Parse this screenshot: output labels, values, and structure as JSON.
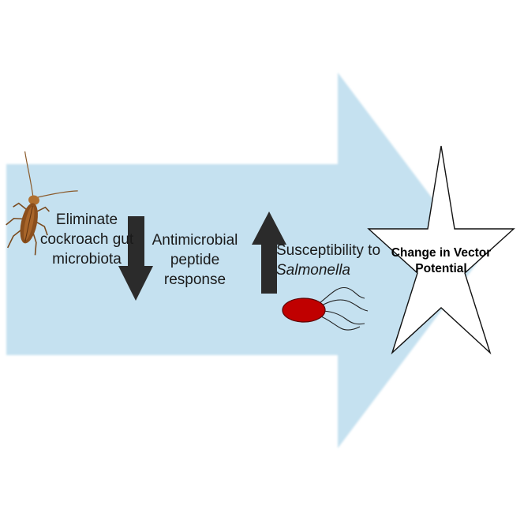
{
  "labels": {
    "eliminate_line1": "Eliminate",
    "eliminate_line2": "cockroach gut",
    "eliminate_line3": "microbiota",
    "amp_line1": "Antimicrobial",
    "amp_line2": "peptide",
    "amp_line3": "response",
    "susc_line1": "Susceptibility to",
    "susc_line2": "Salmonella",
    "star_line1": "Change in Vector",
    "star_line2": "Potential"
  },
  "icons": {
    "cockroach": "cockroach-icon",
    "bacterium": "bacterium-icon",
    "decrease": "arrow-down-icon",
    "increase": "arrow-up-icon",
    "star": "star-icon"
  },
  "colors": {
    "big_arrow": "#c5e1f0",
    "small_arrows": "#2b2b2b",
    "bacterium": "#c00000",
    "star_fill": "#ffffff"
  }
}
